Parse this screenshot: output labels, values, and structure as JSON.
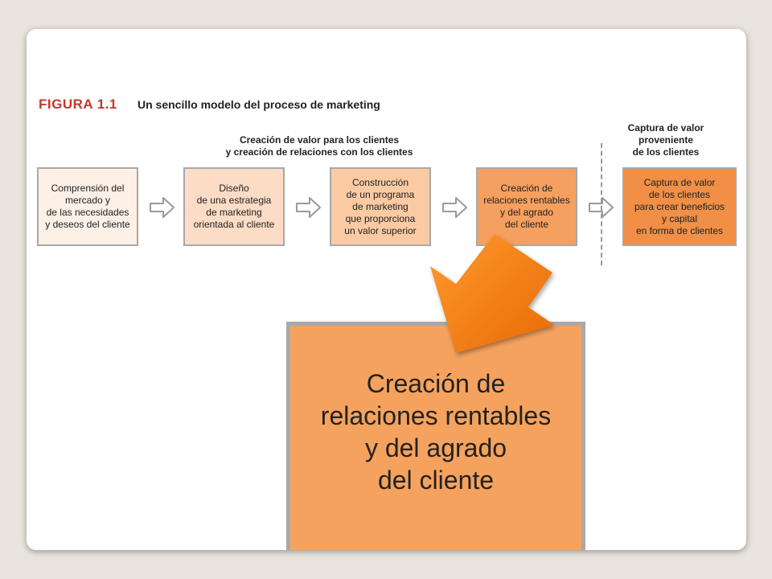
{
  "figure": {
    "label": "FIGURA 1.1",
    "title": "Un sencillo modelo del proceso de marketing"
  },
  "sections": {
    "value_creation": "Creación de valor para los clientes\ny creación de relaciones con los clientes",
    "value_capture": "Captura de valor\nproveniente\nde los clientes"
  },
  "steps": [
    "Comprensión del\nmercado y\nde las necesidades\ny deseos del cliente",
    "Diseño\nde una estrategia\nde marketing\norientada al cliente",
    "Construcción\nde un programa\nde marketing\nque proporciona\nun valor superior",
    "Creación de\nrelaciones rentables\ny  del agrado\ndel cliente",
    "Captura de valor\nde los clientes\npara crear beneficios\ny capital\nen forma de clientes"
  ],
  "zoom": {
    "text": "Creación de\nrelaciones rentables\ny  del agrado\ndel cliente"
  },
  "colors": {
    "background": "#e9e4dc",
    "figure_label": "#c0392b",
    "step1": "#fdf0e6",
    "step2": "#fcdcc5",
    "step3": "#fbcaa3",
    "step4": "#f5a060",
    "step5": "#f08f45",
    "highlight_arrow": "#f07a10"
  }
}
